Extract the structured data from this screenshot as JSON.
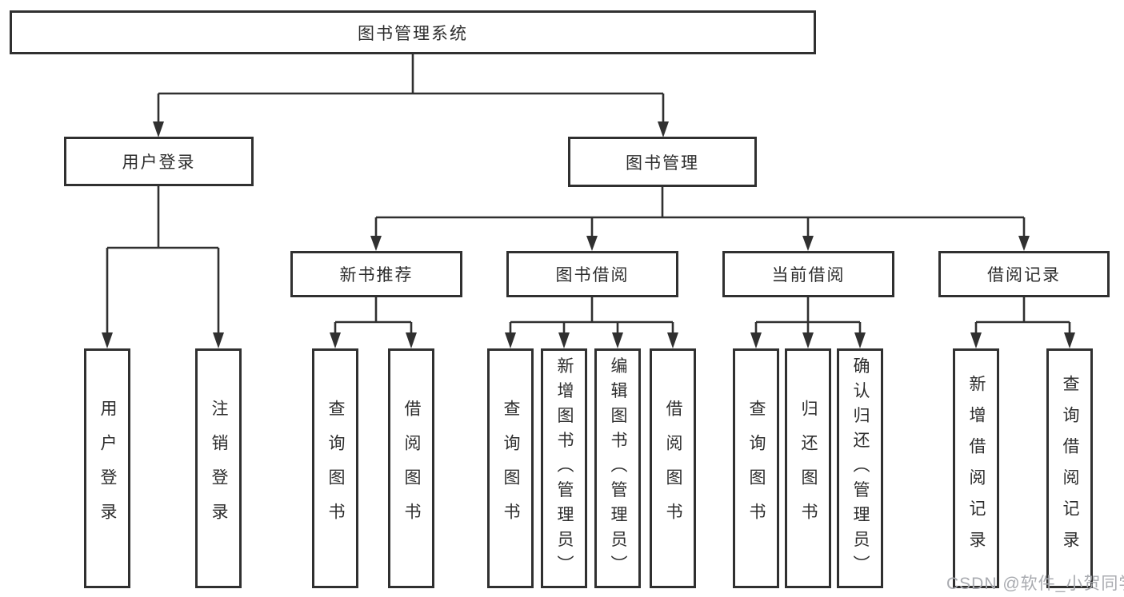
{
  "diagram": {
    "title": "图书管理系统",
    "level2": [
      "用户登录",
      "图书管理"
    ],
    "level3": [
      "新书推荐",
      "图书借阅",
      "当前借阅",
      "借阅记录"
    ],
    "leaves": [
      "用户登录",
      "注销登录",
      "查询图书",
      "借阅图书",
      "查询图书",
      "新增图书（管理员）",
      "编辑图书（管理员）",
      "借阅图书",
      "查询图书",
      "归还图书",
      "确认归还（管理员）",
      "新增借阅记录",
      "查询借阅记录"
    ],
    "watermark": "CSDN @软件_小贺同学",
    "colors": {
      "line": "#303030",
      "box_border": "#303030",
      "text": "#2d2d2d",
      "watermark": "#a9abb0",
      "background": "#ffffff"
    }
  }
}
